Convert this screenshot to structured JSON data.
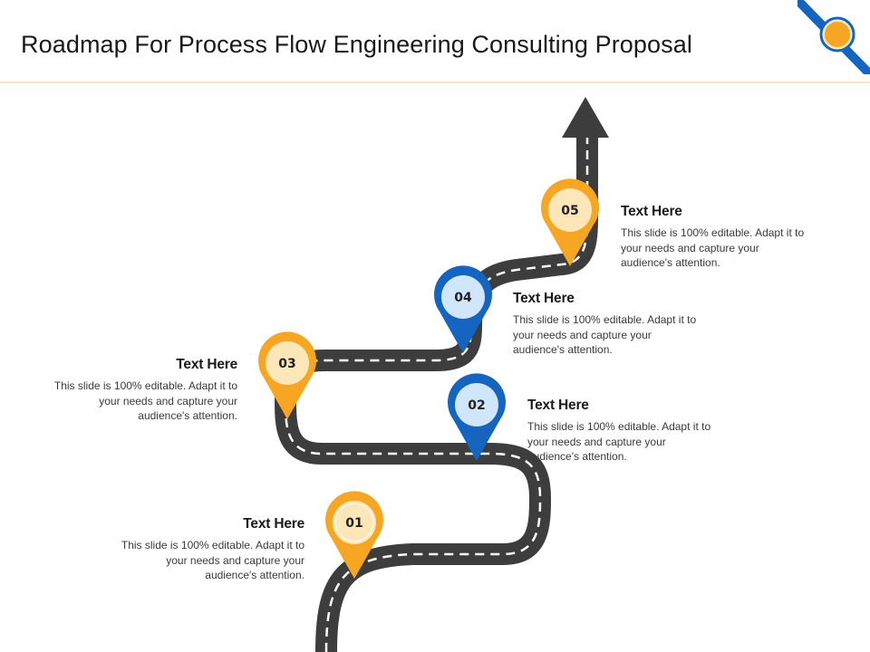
{
  "title": "Roadmap For Process Flow Engineering Consulting Proposal",
  "colors": {
    "orange": "#f6a623",
    "orange_light": "#fde6b8",
    "blue": "#1565c0",
    "blue_light": "#cfe6fb",
    "road": "#3d3d3d",
    "road_line": "#ffffff"
  },
  "steps": [
    {
      "number": "01",
      "heading": "Text Here",
      "body": "This slide is 100% editable. Adapt it to your needs and capture your audience's attention.",
      "color": "orange"
    },
    {
      "number": "02",
      "heading": "Text Here",
      "body": "This slide is 100% editable. Adapt it to your needs and capture your audience's attention.",
      "color": "blue"
    },
    {
      "number": "03",
      "heading": "Text Here",
      "body": "This slide is 100% editable. Adapt it to your needs and capture your audience's attention.",
      "color": "orange"
    },
    {
      "number": "04",
      "heading": "Text Here",
      "body": "This slide is 100% editable. Adapt it to your needs and capture your audience's attention.",
      "color": "blue"
    },
    {
      "number": "05",
      "heading": "Text Here",
      "body": "This slide is 100% editable. Adapt it to your needs and capture your audience's attention.",
      "color": "orange"
    }
  ]
}
